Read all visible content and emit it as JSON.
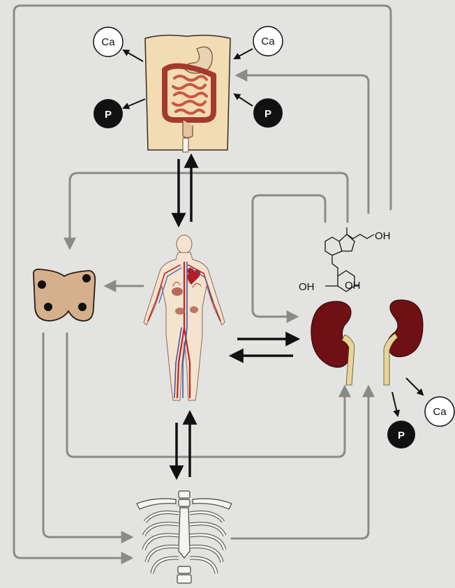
{
  "ions": {
    "calcium": "Ca",
    "phosphate": "P"
  },
  "vitamin_d": {
    "hydroxyl": "OH"
  },
  "colors": {
    "background": "#e3e4e1",
    "regulatory_arrow": "#8a8b89",
    "flux_arrow": "#111111",
    "kidney": "#6e1014",
    "ureter": "#e6d49a",
    "parathyroid": "#d4b08c",
    "skin": "#f1dcb4",
    "intestine": "#b54530",
    "bone": "#f5f5f0"
  },
  "icons": [
    "intestine-icon",
    "parathyroid-gland-icon",
    "human-circulation-icon",
    "kidneys-icon",
    "skeleton-ribcage-icon",
    "vitamin-d-molecule-icon"
  ]
}
